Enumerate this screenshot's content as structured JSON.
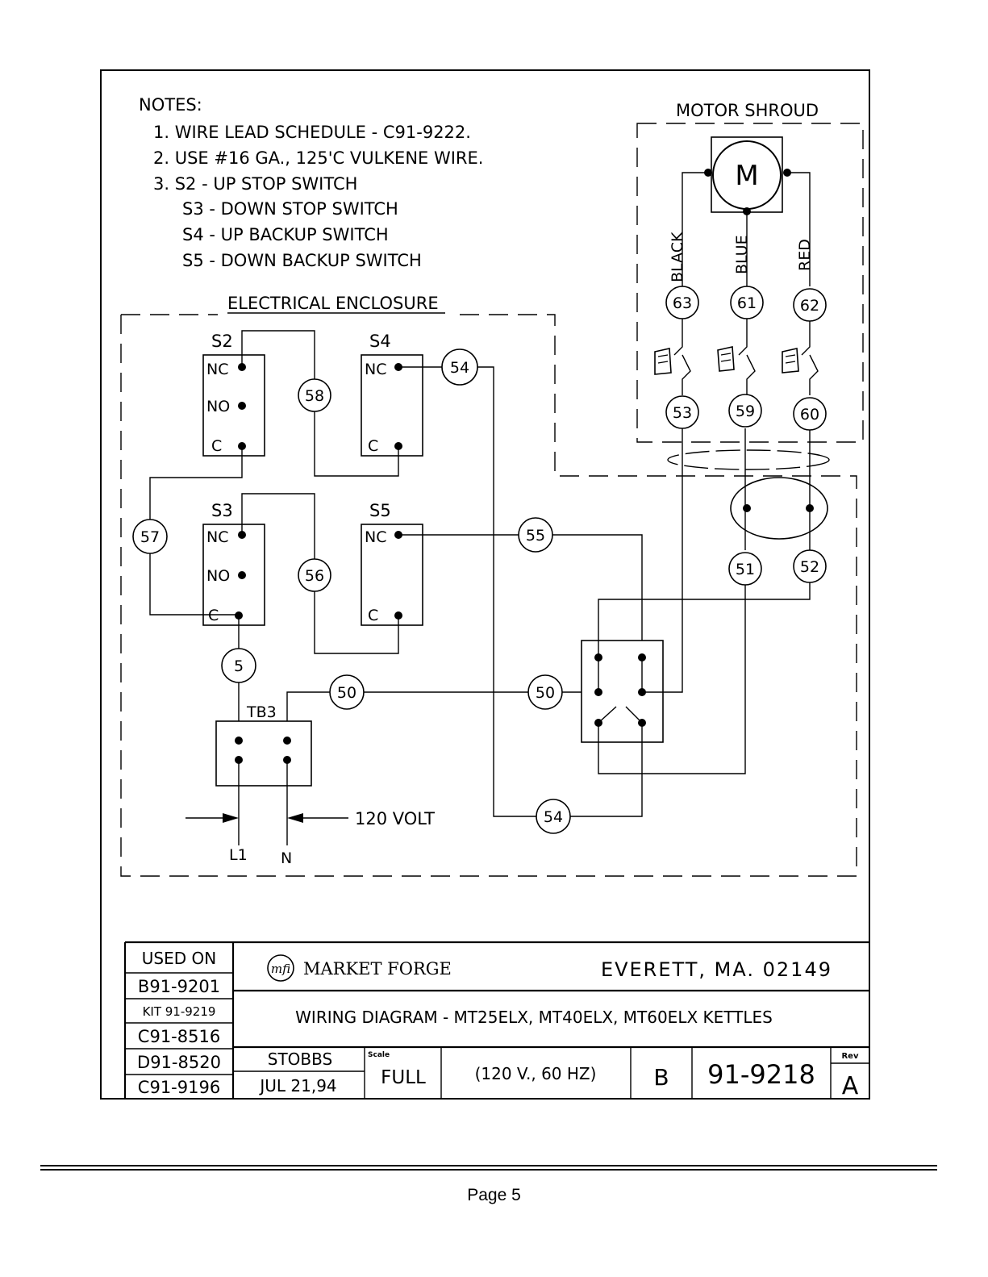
{
  "notes": {
    "heading": "NOTES:",
    "lines": [
      "1. WIRE LEAD SCHEDULE - C91-9222.",
      "2. USE #16 GA., 125'C VULKENE WIRE.",
      "3. S2 - UP STOP SWITCH",
      "S3 - DOWN STOP SWITCH",
      "S4 - UP BACKUP SWITCH",
      "S5 - DOWN BACKUP SWITCH"
    ]
  },
  "labels": {
    "motor_shroud": "MOTOR SHROUD",
    "electrical_enclosure": "ELECTRICAL ENCLOSURE",
    "motor": "M",
    "wire_black": "BLACK",
    "wire_blue": "BLUE",
    "wire_red": "RED",
    "s2": "S2",
    "s3": "S3",
    "s4": "S4",
    "s5": "S5",
    "nc": "NC",
    "no": "NO",
    "c": "C",
    "tb3": "TB3",
    "volt": "120 VOLT",
    "l1": "L1",
    "n": "N"
  },
  "wires": {
    "w63": "63",
    "w61": "61",
    "w62": "62",
    "w53": "53",
    "w59": "59",
    "w60": "60",
    "w58": "58",
    "w54a": "54",
    "w57": "57",
    "w56": "56",
    "w55": "55",
    "w51": "51",
    "w52": "52",
    "w5": "5",
    "w50a": "50",
    "w50b": "50",
    "w54b": "54"
  },
  "title_block": {
    "used_on_label": "USED ON",
    "used_on": [
      "B91-9201",
      "KIT 91-9219",
      "C91-8516",
      "D91-8520",
      "C91-9196"
    ],
    "company": "MARKET FORGE",
    "logo_text": "mfi",
    "location": "EVERETT, MA. 02149",
    "title": "WIRING DIAGRAM - MT25ELX, MT40ELX, MT60ELX KETTLES",
    "drawn_by": "STOBBS",
    "date": "JUL 21,94",
    "scale_label": "Scale",
    "scale": "FULL",
    "spec": "(120 V., 60 HZ)",
    "size": "B",
    "drawing_number": "91-9218",
    "rev_label": "Rev",
    "rev": "A"
  },
  "footer": {
    "page": "Page 5"
  }
}
